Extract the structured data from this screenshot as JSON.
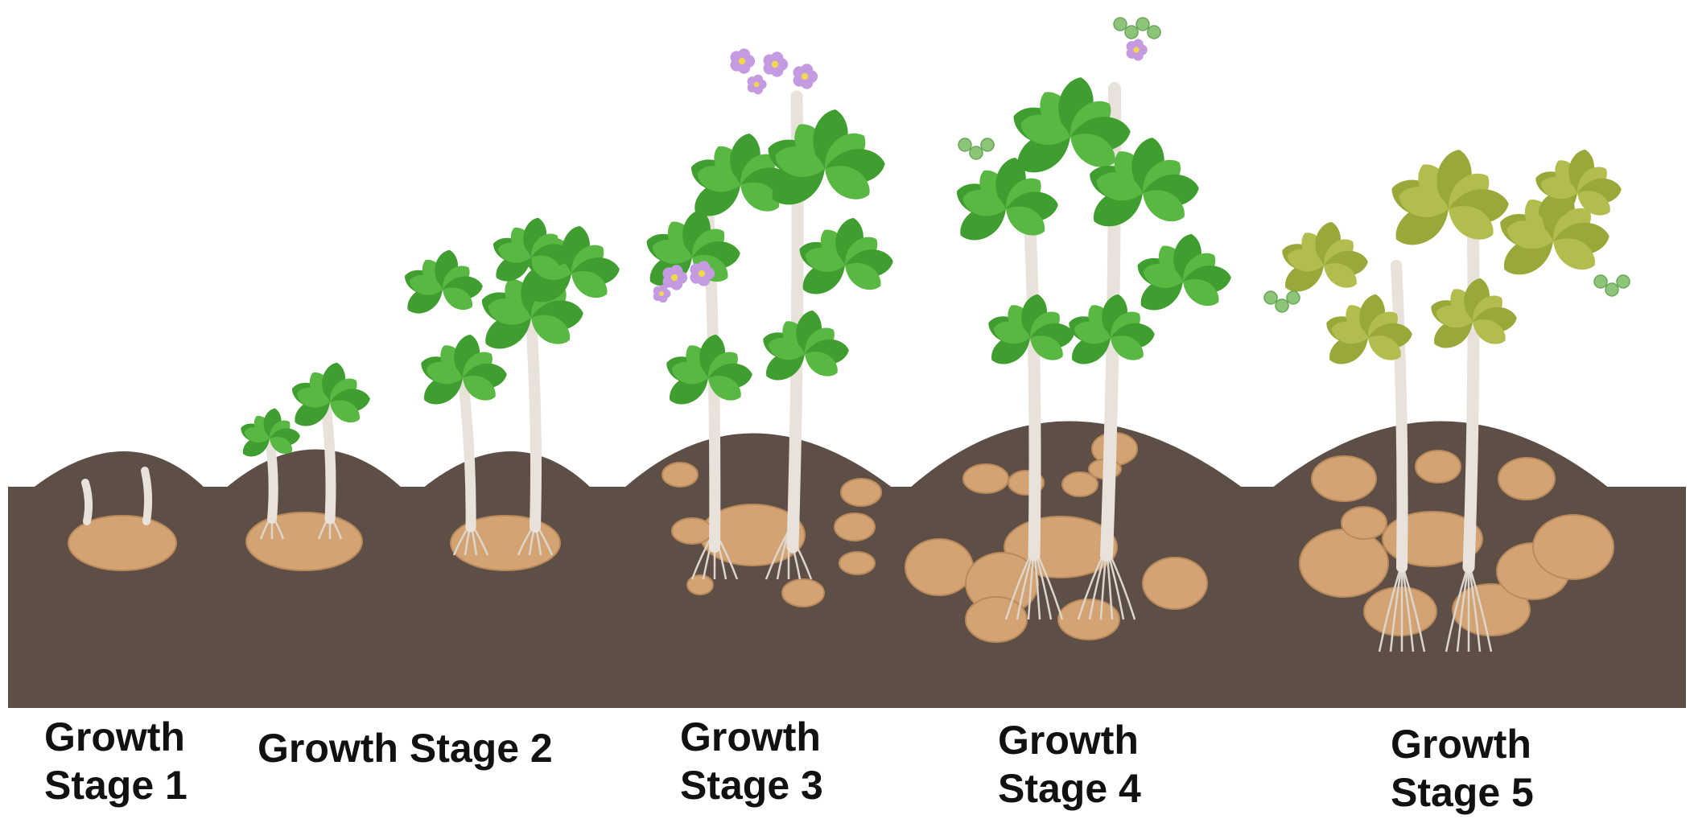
{
  "stages": [
    {
      "id": 1,
      "label_lines": [
        "Growth",
        "Stage 1"
      ]
    },
    {
      "id": 2,
      "label_lines": [
        "Growth Stage 2"
      ]
    },
    {
      "id": 3,
      "label_lines": [
        "Growth",
        "Stage 3"
      ]
    },
    {
      "id": 4,
      "label_lines": [
        "Growth",
        "Stage 4"
      ]
    },
    {
      "id": 5,
      "label_lines": [
        "Growth",
        "Stage 5"
      ]
    }
  ],
  "colors": {
    "soil": "#5e4f46",
    "soil_dark": "#54463e",
    "tuber": "#d4a373",
    "tuber_outline": "#b98a5c",
    "stem": "#e8e2da",
    "root": "#ddd6cc",
    "leaf_green": "#3f9e2f",
    "leaf_green_light": "#59b842",
    "leaf_yellow": "#9aa83a",
    "leaf_yellow_light": "#b3bd4e",
    "flower": "#c49be0",
    "bud_green": "#8cc478"
  }
}
